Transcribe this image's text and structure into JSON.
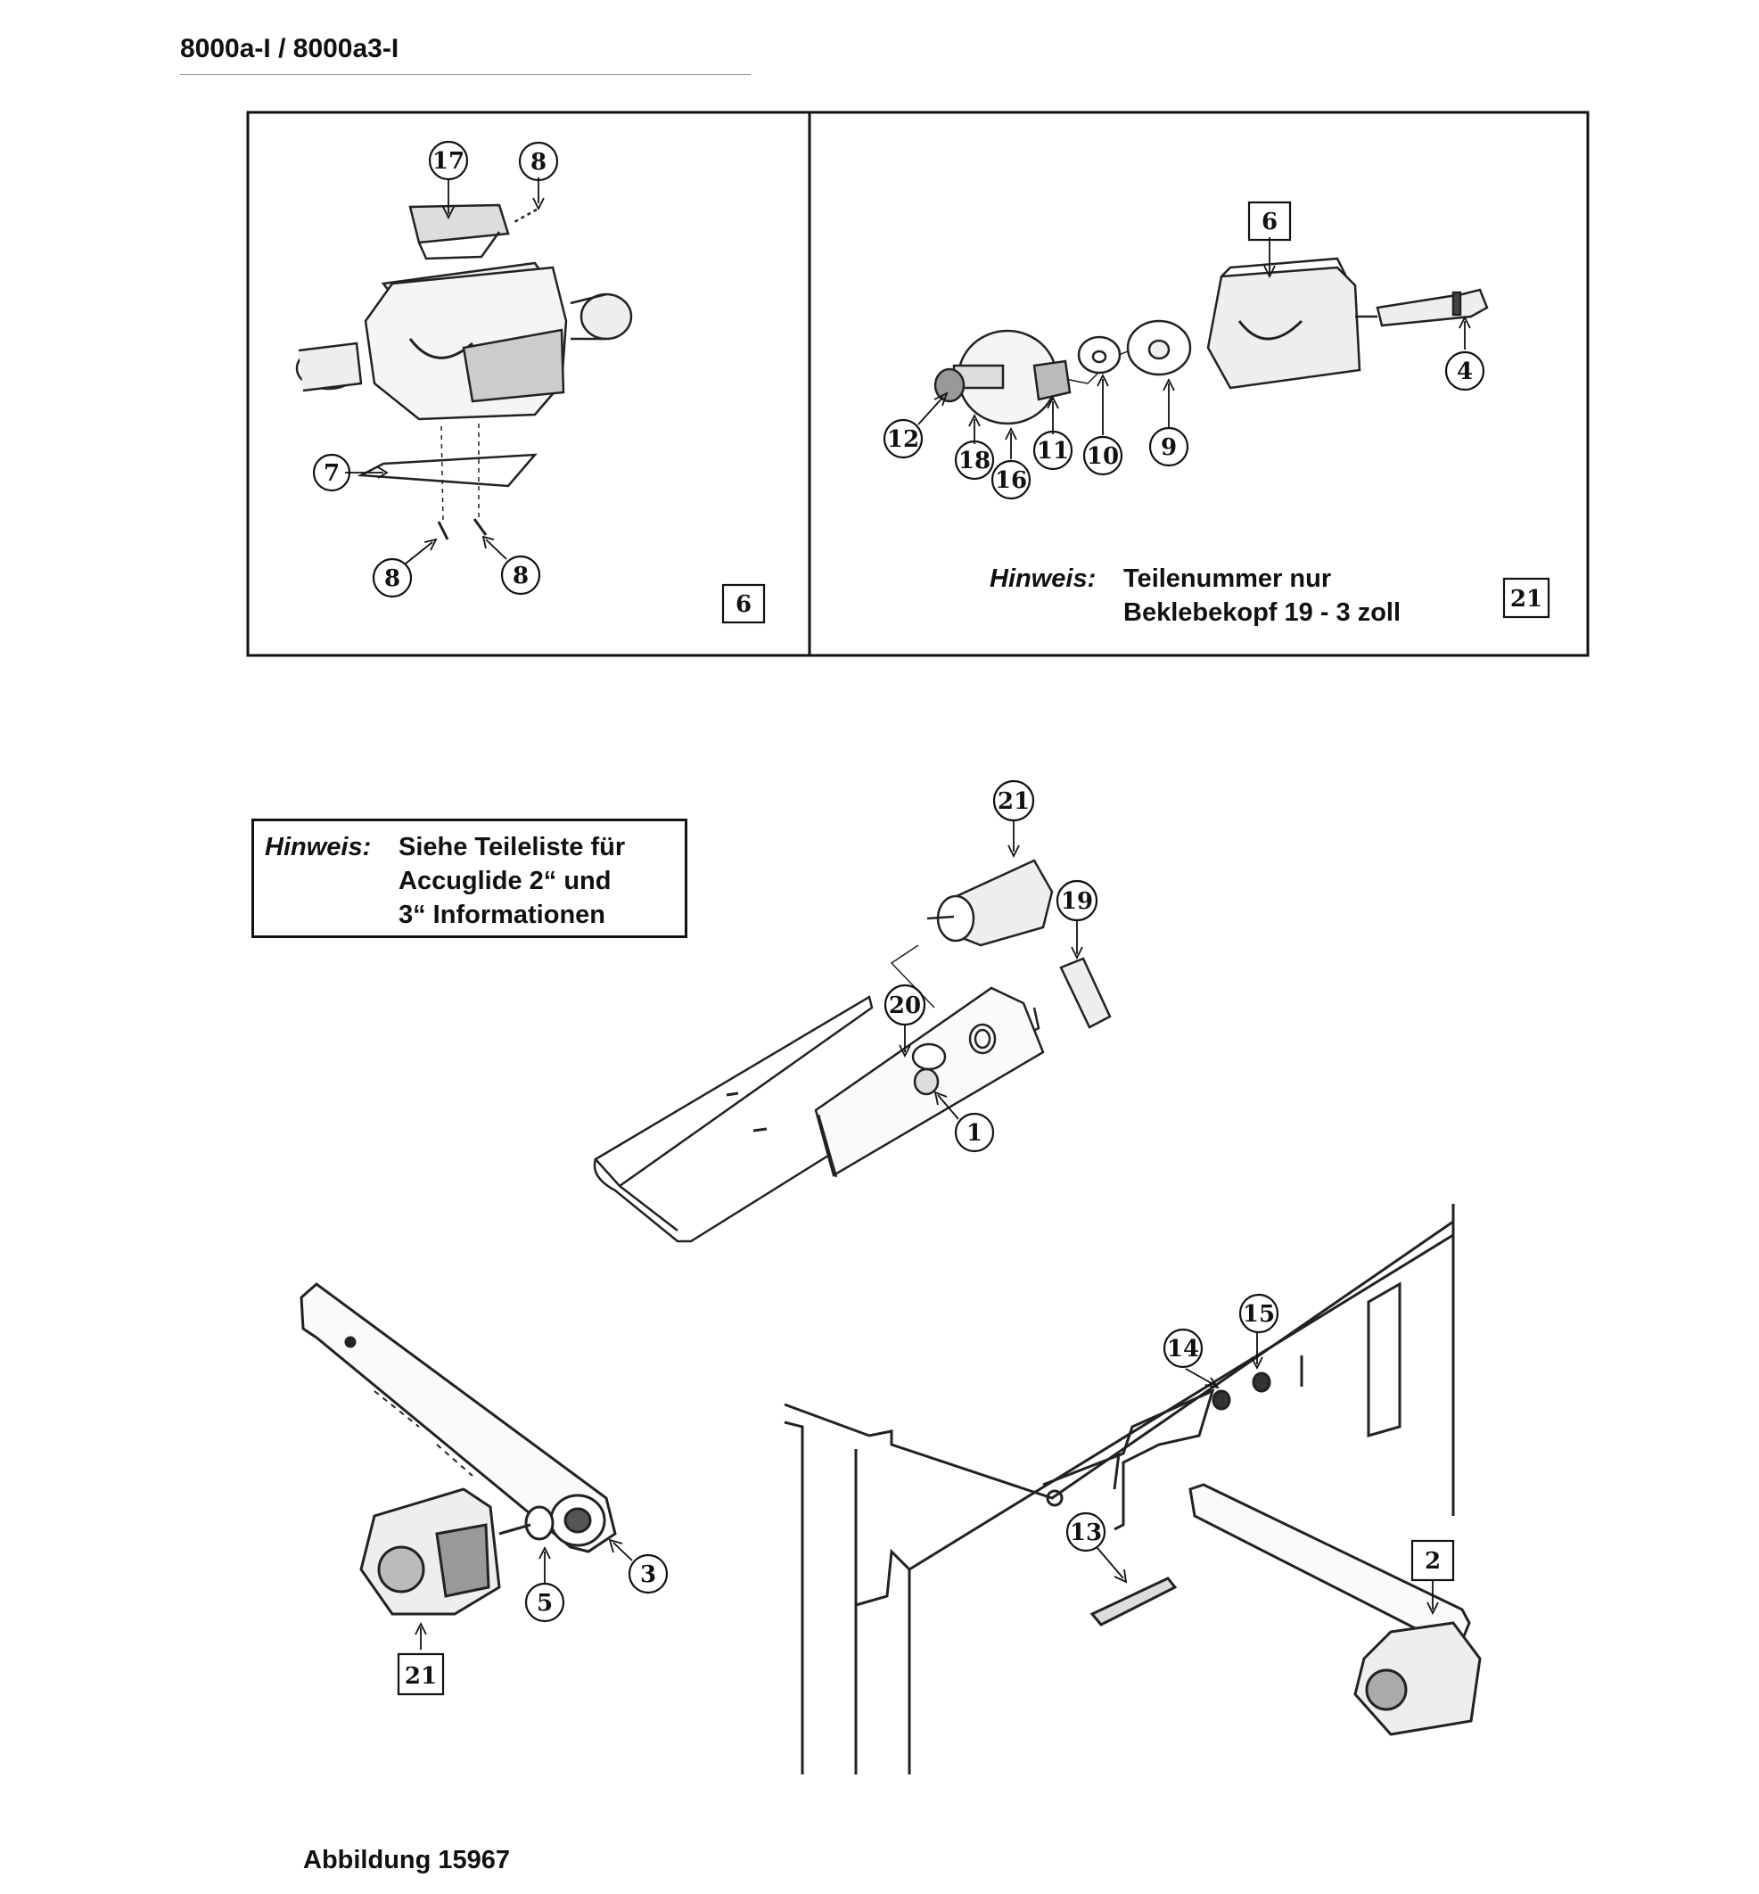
{
  "header": {
    "title": "8000a-I / 8000a3-I"
  },
  "notes": {
    "top_panel": {
      "label": "Hinweis:",
      "lines": [
        "Teilenummer nur",
        "Beklebekopf 19 - 3 zoll"
      ]
    },
    "middle": {
      "label": "Hinweis:",
      "lines": [
        "Siehe Teileliste für",
        "Accuglide 2“ und",
        "3“ Informationen"
      ]
    }
  },
  "callouts": {
    "c17": "17",
    "c8a": "8",
    "c7": "7",
    "c8b": "8",
    "c8c": "8",
    "box6a": "6",
    "box6b": "6",
    "c4": "4",
    "c12": "12",
    "c18": "18",
    "c16": "16",
    "c11": "11",
    "c10": "10",
    "c9": "9",
    "box21a": "21",
    "c21": "21",
    "c19": "19",
    "c20": "20",
    "c1": "1",
    "c3": "3",
    "c5": "5",
    "box21b": "21",
    "c15": "15",
    "c14": "14",
    "c13": "13",
    "box2": "2"
  },
  "footer": {
    "caption": "Abbildung 15967"
  }
}
